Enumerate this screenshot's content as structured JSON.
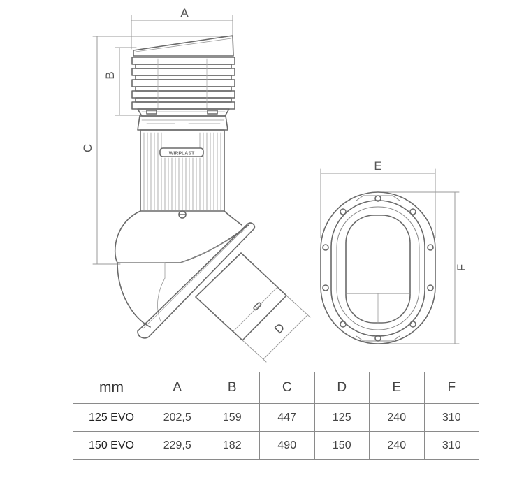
{
  "labels": {
    "dimA": "A",
    "dimB": "B",
    "dimC": "C",
    "dimD": "D",
    "dimE": "E",
    "dimF": "F",
    "brand": "WIRPLAST"
  },
  "table": {
    "unit": "mm",
    "columns": [
      "A",
      "B",
      "C",
      "D",
      "E",
      "F"
    ],
    "rows": [
      {
        "model": "125 EVO",
        "values": [
          "202,5",
          "159",
          "447",
          "125",
          "240",
          "310"
        ]
      },
      {
        "model": "150 EVO",
        "values": [
          "229,5",
          "182",
          "490",
          "150",
          "240",
          "310"
        ]
      }
    ]
  },
  "colors": {
    "line": "#666666",
    "dimension": "#9a9a9a",
    "table_border": "#8a8a8a"
  }
}
